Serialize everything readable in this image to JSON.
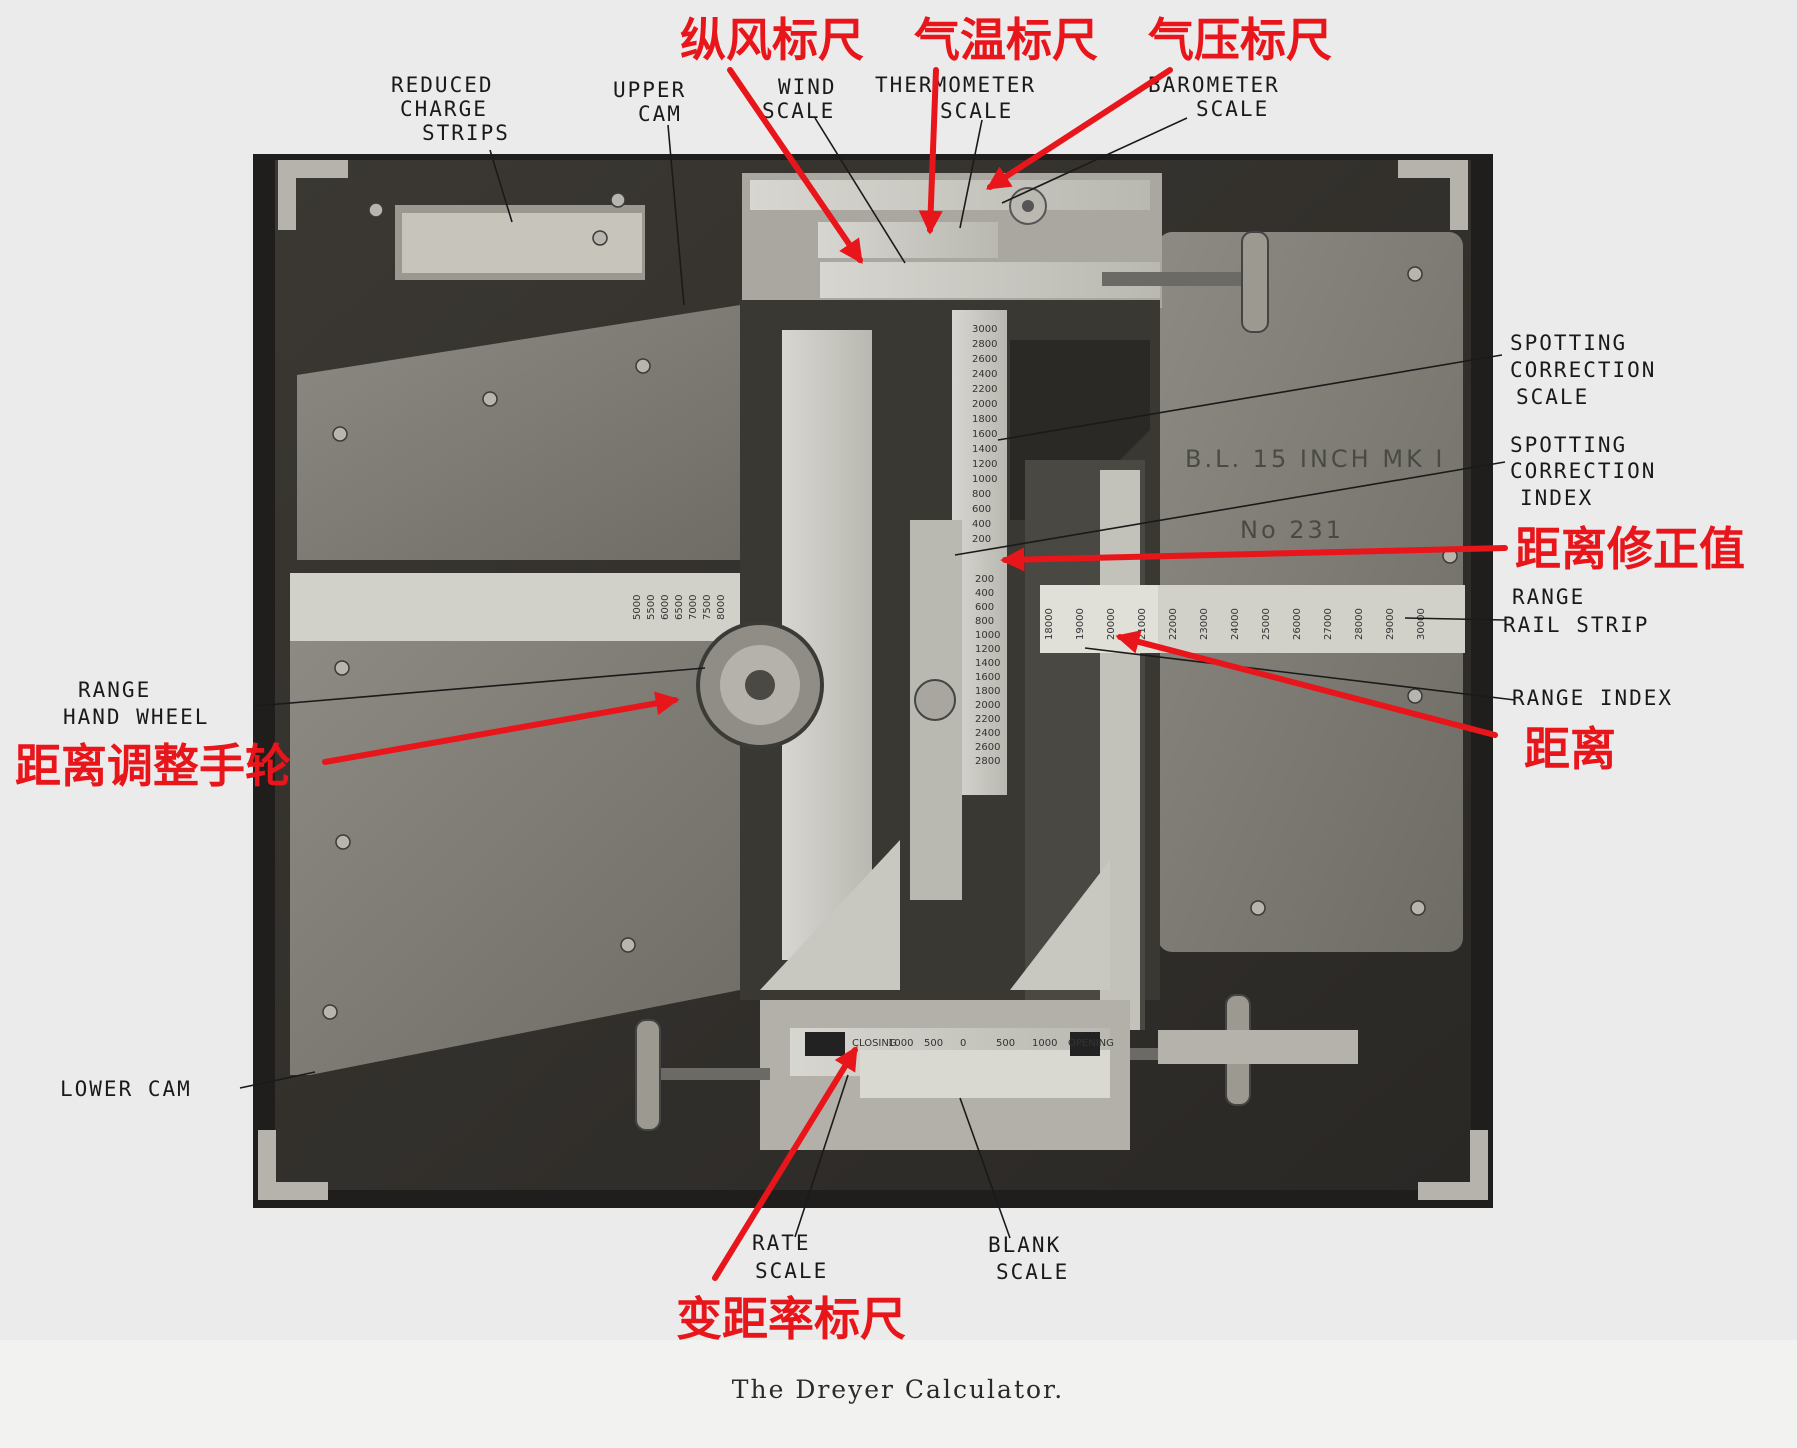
{
  "caption": "The Dreyer Calculator.",
  "english_labels": {
    "reduced_charge_strips": [
      "REDUCED",
      "CHARGE",
      "STRIPS"
    ],
    "upper_cam": [
      "UPPER",
      "CAM"
    ],
    "wind_scale": [
      "WIND",
      "SCALE"
    ],
    "thermometer_scale": [
      "THERMOMETER",
      "SCALE"
    ],
    "barometer_scale": [
      "BAROMETER",
      "SCALE"
    ],
    "spotting_correction_scale": [
      "SPOTTING",
      "CORRECTION",
      "SCALE"
    ],
    "spotting_correction_index": [
      "SPOTTING",
      "CORRECTION",
      "INDEX"
    ],
    "range_rail_strip": [
      "RANGE",
      "RAIL STRIP"
    ],
    "range_index": [
      "RANGE INDEX"
    ],
    "range_hand_wheel": [
      "RANGE",
      "HAND WHEEL"
    ],
    "lower_cam": [
      "LOWER CAM"
    ],
    "rate_scale": [
      "RATE",
      "SCALE"
    ],
    "blank_scale": [
      "BLANK",
      "SCALE"
    ]
  },
  "chinese_labels": {
    "wind_scale": "纵风标尺",
    "thermometer_scale": "气温标尺",
    "barometer_scale": "气压标尺",
    "spotting_correction": "距离修正值",
    "range": "距离",
    "range_hand_wheel": "距离调整手轮",
    "rate_scale": "变距率标尺"
  },
  "engraving": {
    "gun": "B.L. 15 INCH  MK I",
    "serial": "No 231"
  },
  "scales": {
    "spotting_upper": [
      "3000",
      "2800",
      "2600",
      "2400",
      "2200",
      "2000",
      "1800",
      "1600",
      "1400",
      "1200",
      "1000",
      "800",
      "600",
      "400",
      "200"
    ],
    "spotting_lower": [
      "200",
      "400",
      "600",
      "800",
      "1000",
      "1200",
      "1400",
      "1600",
      "1800",
      "2000",
      "2200",
      "2400",
      "2600",
      "2800"
    ],
    "range_left": [
      "5000",
      "5500",
      "6000",
      "6500",
      "7000",
      "7500",
      "8000"
    ],
    "range_right": [
      "18000",
      "19000",
      "20000",
      "21000",
      "22000",
      "23000",
      "24000",
      "25000",
      "26000",
      "27000",
      "28000",
      "29000",
      "30000"
    ],
    "rate_scale": [
      "CLOSING",
      "1000",
      "500",
      "0",
      "500",
      "1000",
      "OPENING"
    ]
  },
  "colors": {
    "annotation_red": "#e8161b",
    "frame_dark": "#2b2a27",
    "metal_light": "#c9c8c2"
  }
}
